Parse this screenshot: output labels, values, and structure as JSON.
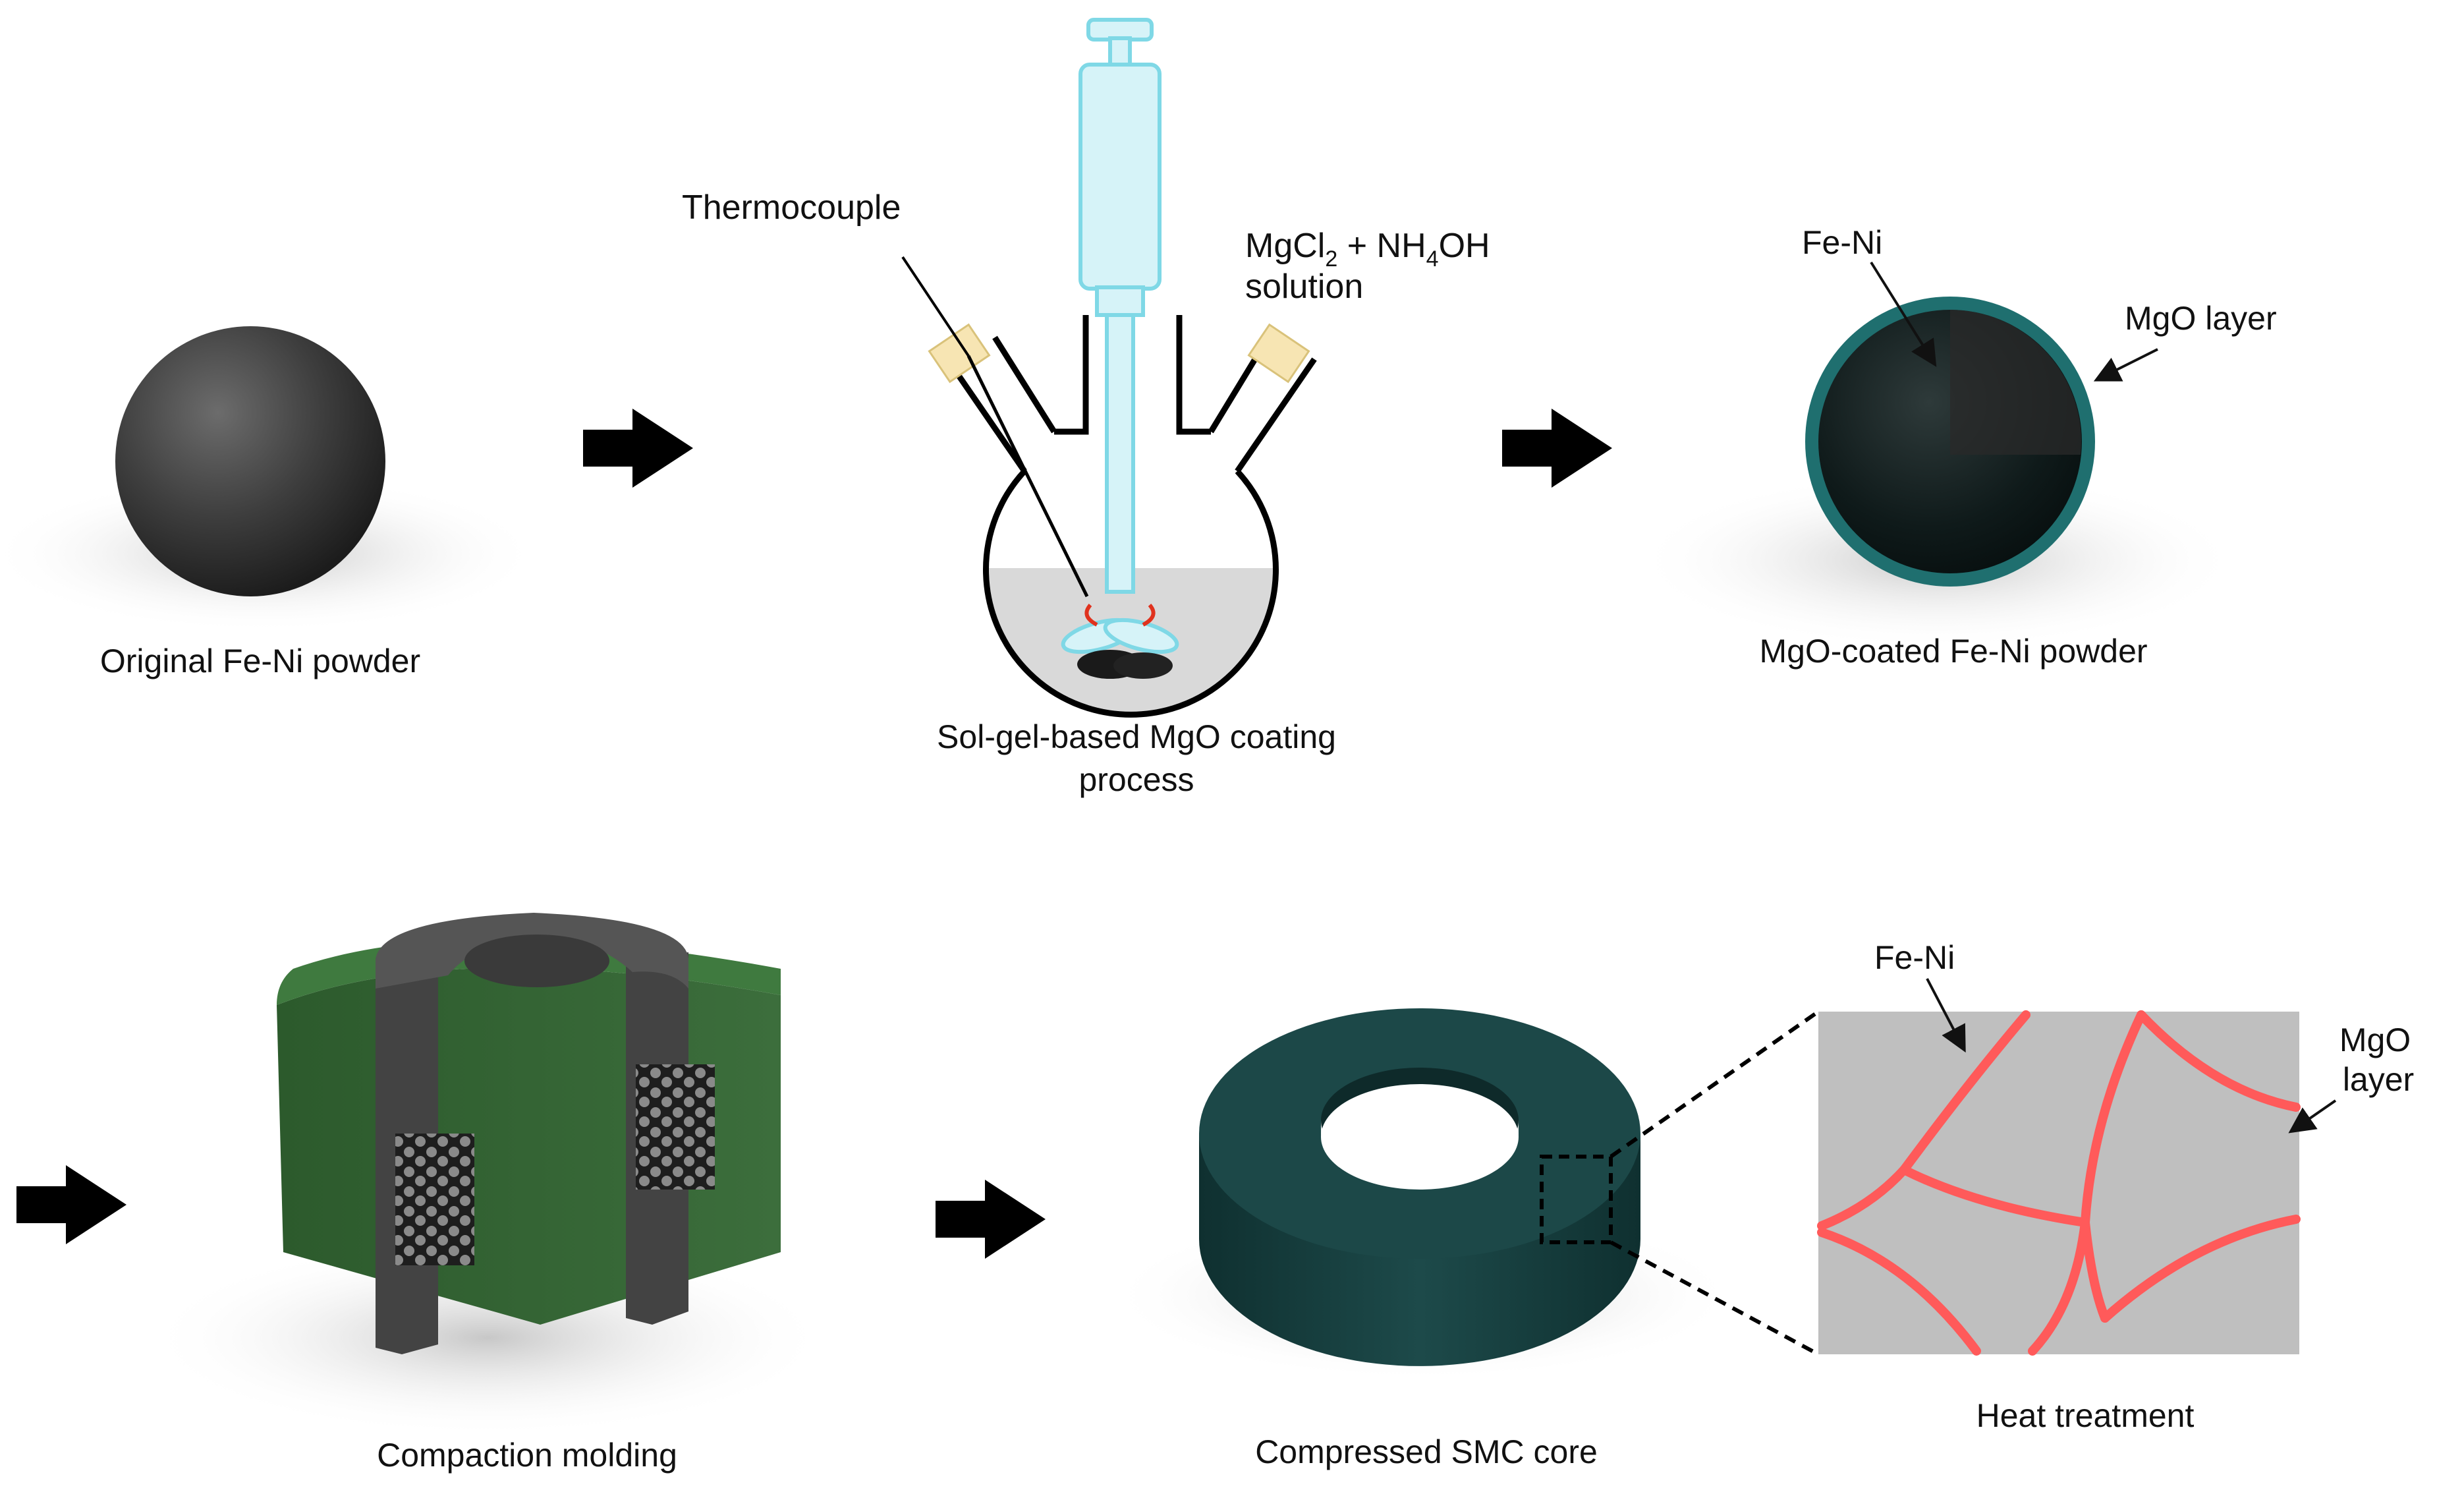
{
  "steps": {
    "original": {
      "caption": "Original Fe-Ni powder"
    },
    "solgel": {
      "caption_line1": "Sol-gel-based MgO coating",
      "caption_line2": "process",
      "thermocouple_label": "Thermocouple",
      "reagent_mgcl": "MgCl",
      "reagent_sub2": "2",
      "reagent_plus": " + NH",
      "reagent_sub4": "4",
      "reagent_oh": "OH",
      "reagent_line2": "solution"
    },
    "coated": {
      "caption": "MgO-coated Fe-Ni powder",
      "core_label": "Fe-Ni",
      "shell_label": "MgO layer"
    },
    "compaction": {
      "caption": "Compaction molding"
    },
    "core": {
      "caption": "Compressed SMC core"
    },
    "heat": {
      "caption": "Heat treatment",
      "grain_label": "Fe-Ni",
      "boundary_label_line1": "MgO",
      "boundary_label_line2": "layer"
    }
  },
  "colors": {
    "arrow": "#000000",
    "mgo_shell": "#1f6f6f",
    "flask_liquid": "#d9d9d9",
    "stirrer": "#7fd8e6",
    "mold_green": "#2f5f30",
    "punch_gray": "#4a4a4a",
    "core_teal": "#153f3f",
    "boundary_red": "#ff5a5a",
    "grain_gray": "#bfbfbf"
  }
}
